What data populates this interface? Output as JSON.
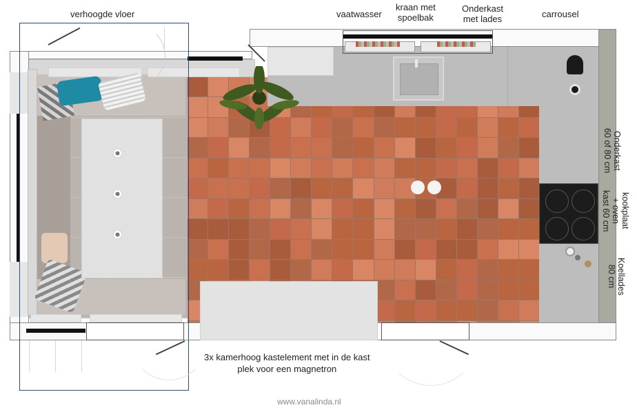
{
  "labels": {
    "raised_floor": "verhoogde vloer",
    "dishwasher": "vaatwasser",
    "tap_sink": [
      "kraan met",
      "spoelbak"
    ],
    "drawer_base": [
      "Onderkast",
      "met lades"
    ],
    "carousel": "carrousel",
    "base_cabinet": [
      "Onderkast",
      "60 of 80 cm"
    ],
    "hob_oven": [
      "kookplaat",
      "+ oven",
      "kast 60 cm"
    ],
    "fridge_drawers": [
      "Koellades",
      "80 cm"
    ],
    "tall_cabinets": [
      "3x kamerhoog kastelement met in de kast",
      "plek voor een magnetron"
    ]
  },
  "watermark": "www.vanalinda.nl",
  "colors": {
    "tile": "#c9714e",
    "grout": "#9a7766",
    "raised_floor": "#bbb3ad",
    "counter": "#bdbdbd",
    "cabinet": "#e7e7e7",
    "hob": "#1c1c1c",
    "plant": "#3f5a1f",
    "cushion_blue": "#1f8aa3",
    "outline_blue": "#2c4a78"
  },
  "icons": [
    "plant-icon",
    "sink-icon",
    "hob-icon",
    "kettle-icon",
    "lamp-icon",
    "cushion-icon"
  ]
}
